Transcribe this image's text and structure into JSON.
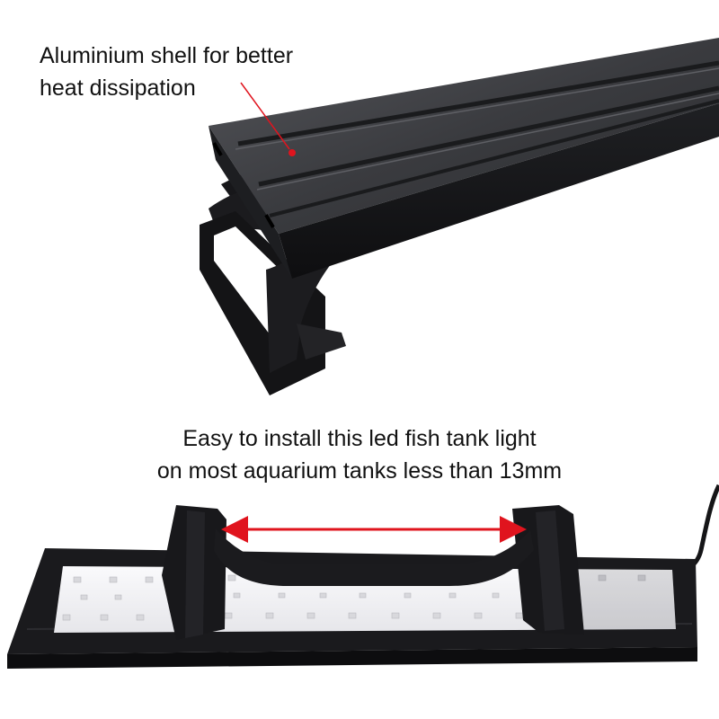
{
  "captions": {
    "top": {
      "line1": "Aluminium shell for better",
      "line2": "heat dissipation"
    },
    "middle": {
      "line1": "Easy to install this led fish tank light",
      "line2": "on most aquarium tanks less than 13mm"
    }
  },
  "colors": {
    "annotation_red": "#e0141e",
    "housing_dark": "#2b2b2e",
    "led_panel": "#f4f4f6",
    "background": "#ffffff"
  },
  "icons": {
    "pointer": "red-arrow-dot",
    "span": "red-double-arrow"
  }
}
